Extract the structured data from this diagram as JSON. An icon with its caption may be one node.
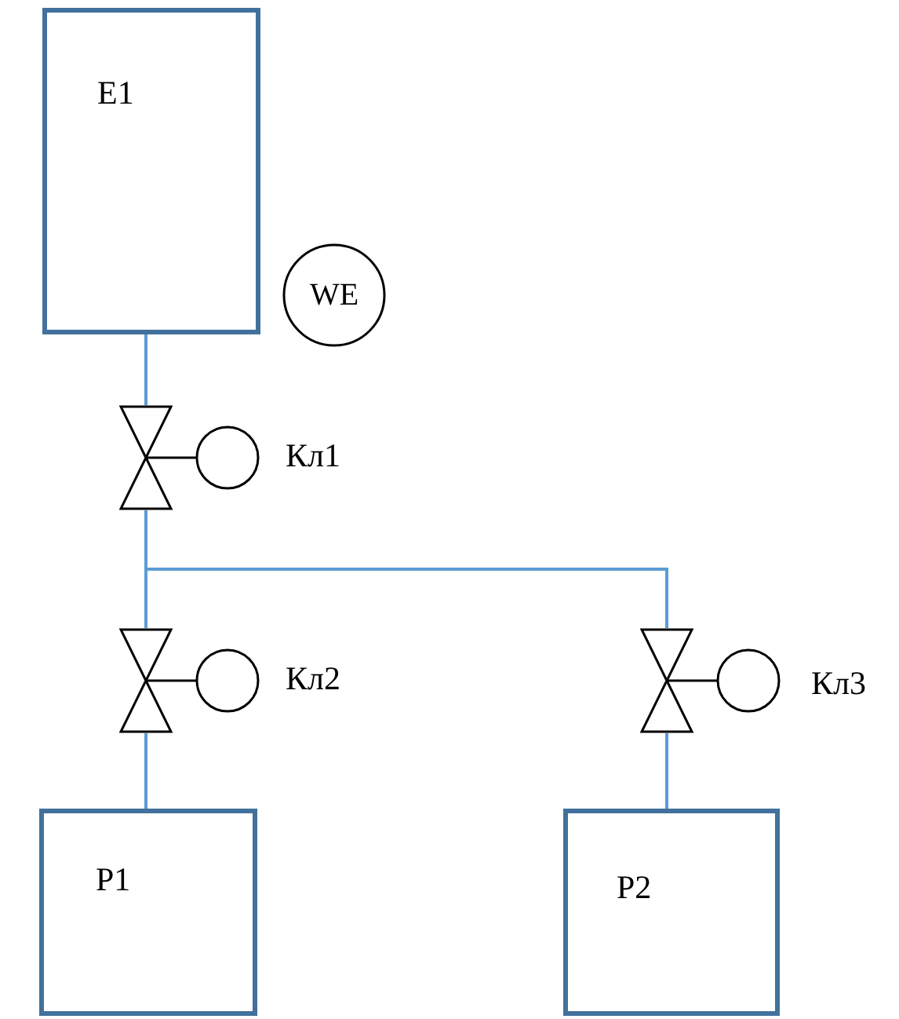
{
  "diagram": {
    "nodes": [
      {
        "text": [
          "E1"
        ]
      },
      {
        "text": [
          "WE"
        ]
      },
      {
        "text": [],
        "shape": "valve",
        "beside": [
          "Кл1"
        ]
      },
      {
        "text": [],
        "shape": "valve",
        "beside": [
          "Кл2"
        ]
      },
      {
        "text": [],
        "shape": "valve",
        "beside": [
          "Кл3"
        ]
      },
      {
        "text": [
          "P1"
        ]
      },
      {
        "text": [
          "P2"
        ]
      }
    ],
    "edges": [
      {
        "from": 0,
        "to": 2,
        "arrow": "none"
      },
      {
        "from": 2,
        "to": 3,
        "arrow": "none"
      },
      {
        "from": 2,
        "to": 4,
        "arrow": "none"
      },
      {
        "from": 3,
        "to": 5,
        "arrow": "none"
      },
      {
        "from": 4,
        "to": 6,
        "arrow": "none"
      }
    ]
  }
}
